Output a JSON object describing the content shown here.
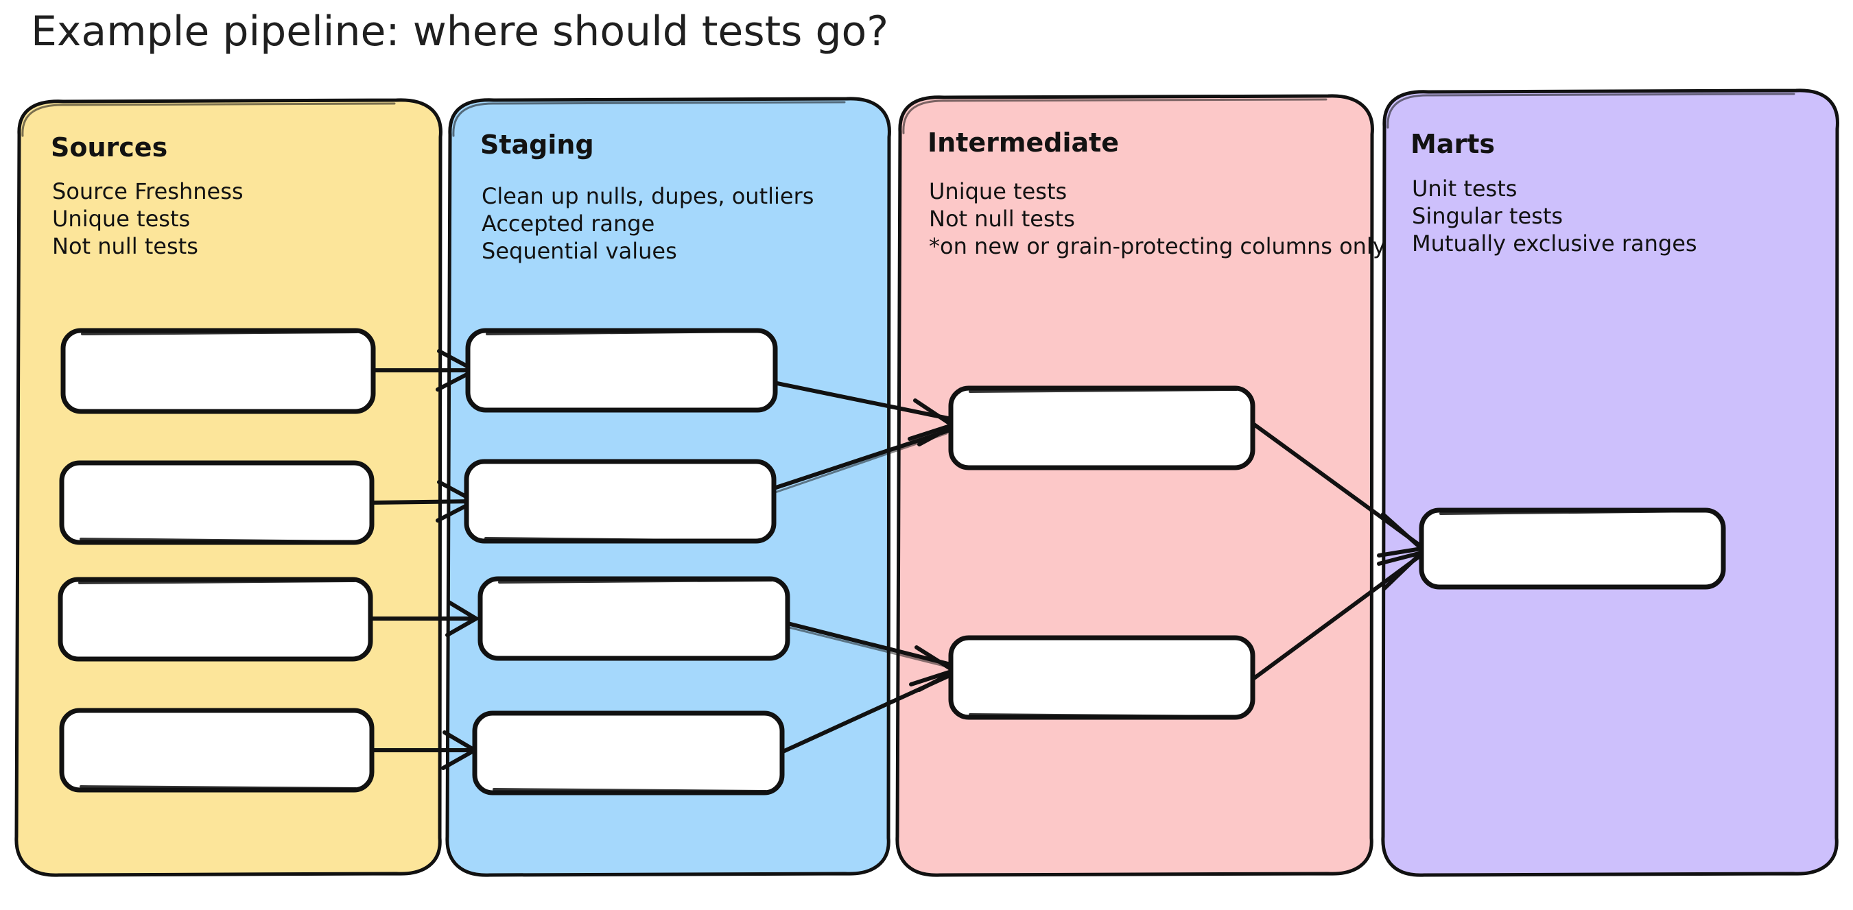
{
  "title": "Example pipeline: where should tests go?",
  "lanes": [
    {
      "id": "sources",
      "heading": "Sources",
      "color": "#FCE59A",
      "lines": [
        "Source Freshness",
        "Unique tests",
        "Not null tests"
      ],
      "node_count": 4
    },
    {
      "id": "staging",
      "heading": "Staging",
      "color": "#A5D8FC",
      "lines": [
        "Clean up nulls, dupes, outliers",
        "Accepted range",
        "Sequential values"
      ],
      "node_count": 4
    },
    {
      "id": "intermediate",
      "heading": "Intermediate",
      "color": "#FCC8C8",
      "lines": [
        "Unique tests",
        "Not null tests",
        "*on new or grain-protecting columns only"
      ],
      "node_count": 2
    },
    {
      "id": "marts",
      "heading": "Marts",
      "color": "#CDC0FC",
      "lines": [
        "Unit tests",
        "Singular tests",
        "Mutually exclusive ranges"
      ],
      "node_count": 1
    }
  ],
  "edges": [
    {
      "from": "sources-node-1",
      "to": "staging-node-1"
    },
    {
      "from": "sources-node-2",
      "to": "staging-node-2"
    },
    {
      "from": "sources-node-3",
      "to": "staging-node-3"
    },
    {
      "from": "sources-node-4",
      "to": "staging-node-4"
    },
    {
      "from": "staging-node-1",
      "to": "intermediate-node-1"
    },
    {
      "from": "staging-node-2",
      "to": "intermediate-node-1"
    },
    {
      "from": "staging-node-3",
      "to": "intermediate-node-2"
    },
    {
      "from": "staging-node-4",
      "to": "intermediate-node-2"
    },
    {
      "from": "intermediate-node-1",
      "to": "marts-node-1"
    },
    {
      "from": "intermediate-node-2",
      "to": "marts-node-1"
    }
  ],
  "canvas": {
    "background": "#ffffff",
    "stroke": "#111111",
    "node_fill": "#ffffff"
  }
}
